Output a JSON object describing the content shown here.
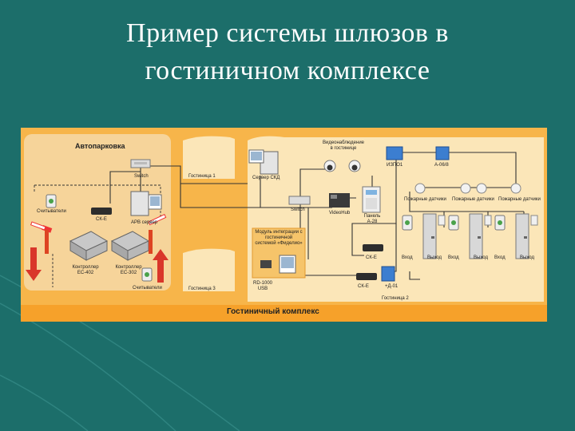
{
  "slide": {
    "title_line1": "Пример системы шлюзов в",
    "title_line2": "гостиничном комплексе"
  },
  "diagram": {
    "parking_title": "Автопарковка",
    "hotel_footer": "Гостиничный комплекс",
    "switch_parking": "Switch",
    "readers_left": "Считыватели",
    "readers_right": "Считыватели",
    "ck_e_parking": "СК-Е",
    "apv_server": "АРВ сервер",
    "controller_left": "Контроллер ЕС-402",
    "controller_right": "Контроллер ЕС-302",
    "hotel1": "Гостиница 1",
    "hotel3": "Гостиница 3",
    "hotel2": "Гостиница 2",
    "server_skd": "Сервер СКД",
    "video_label": "Видеонаблюдение в гостинице",
    "izpd": "ИЗПО1",
    "a06": "А-06/8",
    "switch_hotel": "Switch",
    "videohub": "VideoHub",
    "panel": "Панель А-28",
    "integration_module": "Модуль интеграции с гостиничной системой «Фиделио»",
    "ck_e_hotel1": "СК-Е",
    "ck_e_hotel2": "СК-Е",
    "rd": "RD-1000 USB",
    "ad01": "+Д-01",
    "fire_sensors_1": "Пожарные датчики",
    "fire_sensors_2": "Пожарные датчики",
    "fire_sensors_3": "Пожарные датчики",
    "entry1": "Вход",
    "exit1": "Выход",
    "entry2": "Вход",
    "exit2": "Выход",
    "entry3": "Вход",
    "exit3": "Выход"
  }
}
